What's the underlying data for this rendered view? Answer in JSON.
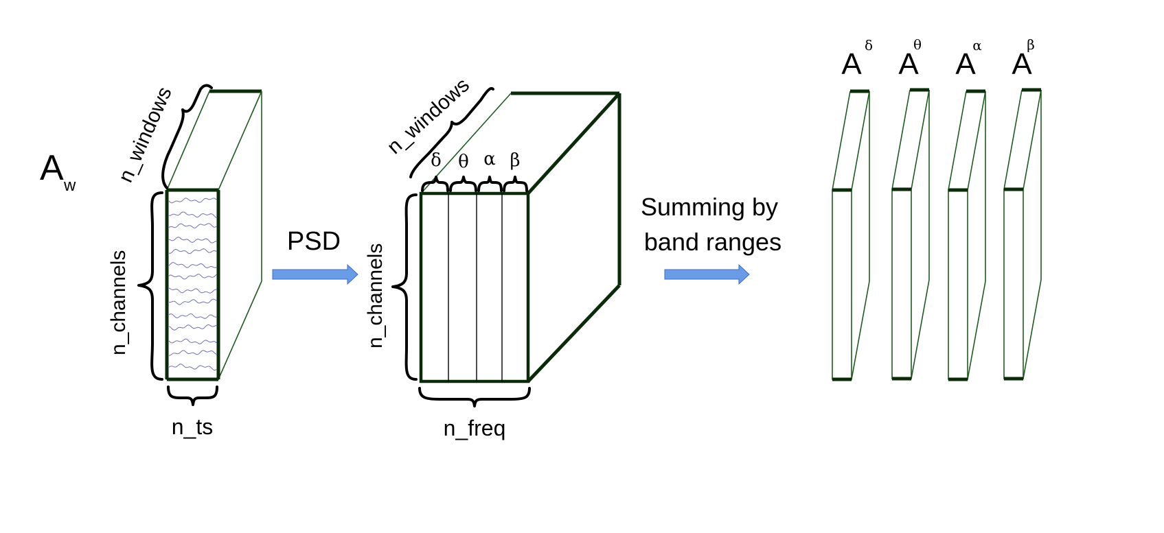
{
  "input_tensor": {
    "symbol": "A",
    "subscript": "w",
    "dims": {
      "depth": "n_windows",
      "height": "n_channels",
      "width": "n_ts"
    }
  },
  "step1": {
    "label": "PSD"
  },
  "psd_tensor": {
    "dims": {
      "depth": "n_windows",
      "height": "n_channels",
      "width": "n_freq"
    },
    "bands": [
      "δ",
      "θ",
      "α",
      "β"
    ]
  },
  "step2": {
    "label_line1": "Summing by",
    "label_line2": "band ranges"
  },
  "outputs": [
    {
      "symbol": "A",
      "superscript": "δ"
    },
    {
      "symbol": "A",
      "superscript": "θ"
    },
    {
      "symbol": "A",
      "superscript": "α"
    },
    {
      "symbol": "A",
      "superscript": "β"
    }
  ],
  "colors": {
    "edge": "#0a2a0a",
    "edge_thin": "#1f5a1f",
    "arrow": "#6a9be6",
    "arrow_border": "#3f6fbf",
    "trace": "#6d70b3"
  }
}
